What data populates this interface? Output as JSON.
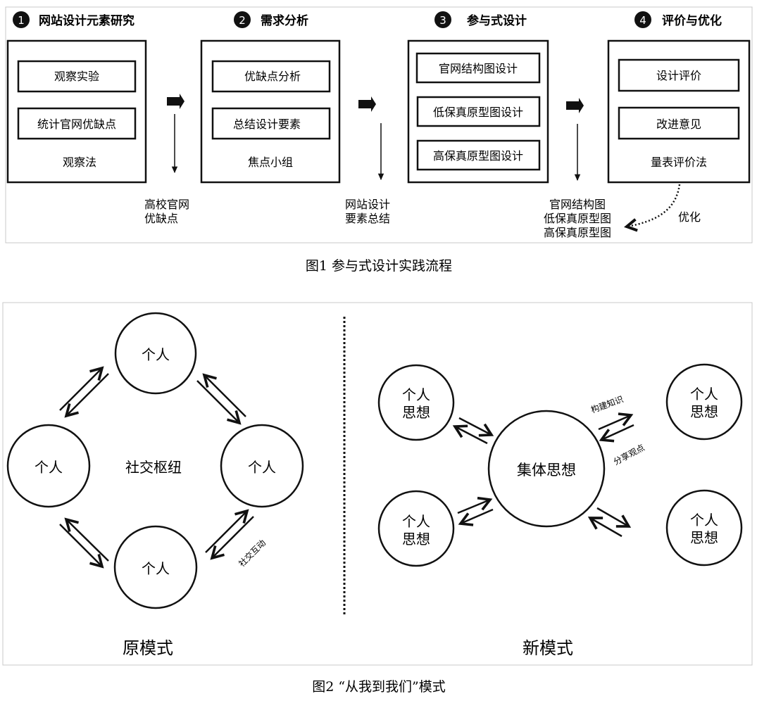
{
  "figure1": {
    "caption": "图1 参与式设计实践流程",
    "stages": [
      {
        "number": "1",
        "title": "网站设计元素研究",
        "items": [
          "观察实验",
          "统计官网优缺点"
        ],
        "method": "观察法",
        "output": [
          "高校官网",
          "优缺点"
        ]
      },
      {
        "number": "2",
        "title": "需求分析",
        "items": [
          "优缺点分析",
          "总结设计要素"
        ],
        "method": "焦点小组",
        "output": [
          "网站设计",
          "要素总结"
        ]
      },
      {
        "number": "3",
        "title": "参与式设计",
        "items": [
          "官网结构图设计",
          "低保真原型图设计",
          "高保真原型图设计"
        ],
        "method": "",
        "output": [
          "官网结构图",
          "低保真原型图",
          "高保真原型图"
        ]
      },
      {
        "number": "4",
        "title": "评价与优化",
        "items": [
          "设计评价",
          "改进意见"
        ],
        "method": "量表评价法",
        "output": []
      }
    ],
    "feedback_label": "优化"
  },
  "figure2": {
    "caption": "图2 “从我到我们”模式",
    "old_model": {
      "title": "原模式",
      "center_label": "社交枢纽",
      "node_label": "个人",
      "edge_label": "社交互动"
    },
    "new_model": {
      "title": "新模式",
      "center_label": "集体思想",
      "node_label_line1": "个人",
      "node_label_line2": "思想",
      "edge_label_out": "构建知识",
      "edge_label_in": "分享观点"
    }
  }
}
